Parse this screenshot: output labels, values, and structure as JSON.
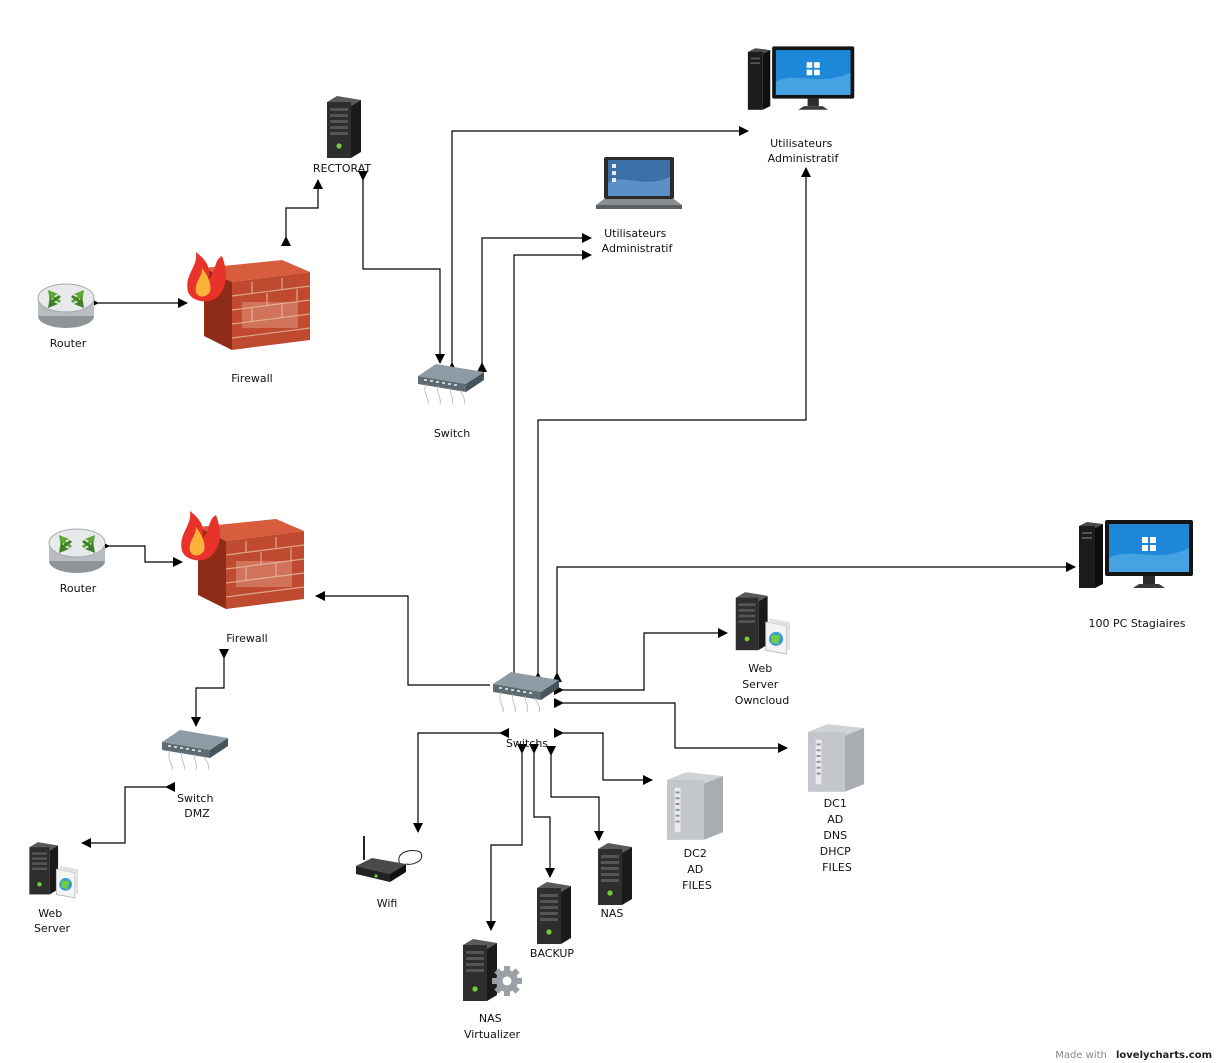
{
  "nodes": {
    "rectorat": {
      "label": [
        "RECTORAT"
      ],
      "icon": "tower-server-icon"
    },
    "router_top": {
      "label": [
        "Router"
      ],
      "icon": "router-icon"
    },
    "firewall_top": {
      "label": [
        "Firewall"
      ],
      "icon": "firewall-icon"
    },
    "switch_top": {
      "label": [
        "Switch"
      ],
      "icon": "network-switch-icon"
    },
    "laptop_admin": {
      "label": [
        "Utilisateurs",
        "Administratif"
      ],
      "icon": "laptop-icon"
    },
    "desktop_admin": {
      "label": [
        "Utilisateurs",
        "Administratif"
      ],
      "icon": "desktop-computer-icon"
    },
    "router_bottom": {
      "label": [
        "Router"
      ],
      "icon": "router-icon"
    },
    "firewall_bottom": {
      "label": [
        "Firewall"
      ],
      "icon": "firewall-icon"
    },
    "switch_dmz": {
      "label": [
        "Switch",
        "DMZ"
      ],
      "icon": "network-switch-icon"
    },
    "web_server_dmz": {
      "label": [
        "Web",
        "Server"
      ],
      "icon": "web-server-icon"
    },
    "switchs": {
      "label": [
        "Switchs"
      ],
      "icon": "network-switch-icon"
    },
    "web_owncloud": {
      "label": [
        "Web",
        "Server",
        "Owncloud"
      ],
      "icon": "web-server-icon"
    },
    "pc_stagiaires": {
      "label": [
        "100 PC Stagiaires"
      ],
      "icon": "desktop-computer-icon"
    },
    "dc1": {
      "label": [
        "DC1",
        "AD",
        "DNS",
        "DHCP",
        "FILES"
      ],
      "icon": "storage-server-icon"
    },
    "dc2": {
      "label": [
        "DC2",
        "AD",
        "FILES"
      ],
      "icon": "storage-server-icon"
    },
    "wifi": {
      "label": [
        "Wifi"
      ],
      "icon": "wifi-router-icon"
    },
    "nas_virtualizer": {
      "label": [
        "NAS",
        "Virtualizer"
      ],
      "icon": "server-gear-icon"
    },
    "backup": {
      "label": [
        "BACKUP"
      ],
      "icon": "tower-server-icon"
    },
    "nas": {
      "label": [
        "NAS"
      ],
      "icon": "tower-server-icon"
    }
  },
  "watermark": {
    "prefix": "Made with",
    "brand": "lovelycharts.com"
  },
  "colors": {
    "line": "#000000",
    "monitor_screen": "#1e88d8",
    "firewall_brick": "#c0452d",
    "server_led": "#6fce3a"
  }
}
